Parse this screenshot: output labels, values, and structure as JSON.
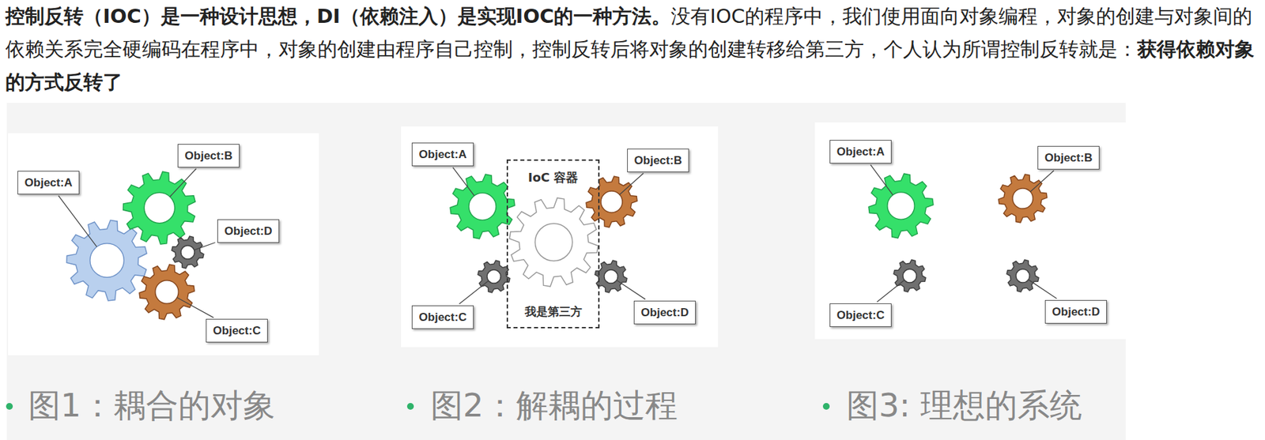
{
  "diagram": {
    "nodes": [
      {
        "text": [
          "Object:A"
        ]
      },
      {
        "text": [
          "Object:B"
        ]
      },
      {
        "text": [
          "Object:D"
        ]
      },
      {
        "text": [
          "Object:C"
        ]
      },
      {
        "text": [
          "Object:A"
        ]
      },
      {
        "text": [
          "IoC 容器",
          "我是第三方"
        ]
      },
      {
        "text": [
          "Object:B"
        ]
      },
      {
        "text": [
          "Object:C"
        ]
      },
      {
        "text": [
          "Object:D"
        ]
      },
      {
        "text": [
          "Object:A"
        ]
      },
      {
        "text": [
          "Object:B"
        ]
      },
      {
        "text": [
          "Object:C"
        ]
      },
      {
        "text": [
          "Object:D"
        ]
      }
    ],
    "labels": [
      "控制反转（IOC）是一种设计思想，DI（依赖注入）是实现IOC的一种方法。",
      "没有IOC的程序中，我们使用面向对象编程，对象的创建与对象间的依赖关系完全硬编码在程序中，对象的创建由程序自己控制，控制反转后将对象的创建转移给第三方，个人认为所谓控制反转就是：",
      "获得依赖对象的方式反转了",
      "图1：耦合的对象",
      "图2：解耦的过程",
      "图3: 理想的系统"
    ]
  }
}
